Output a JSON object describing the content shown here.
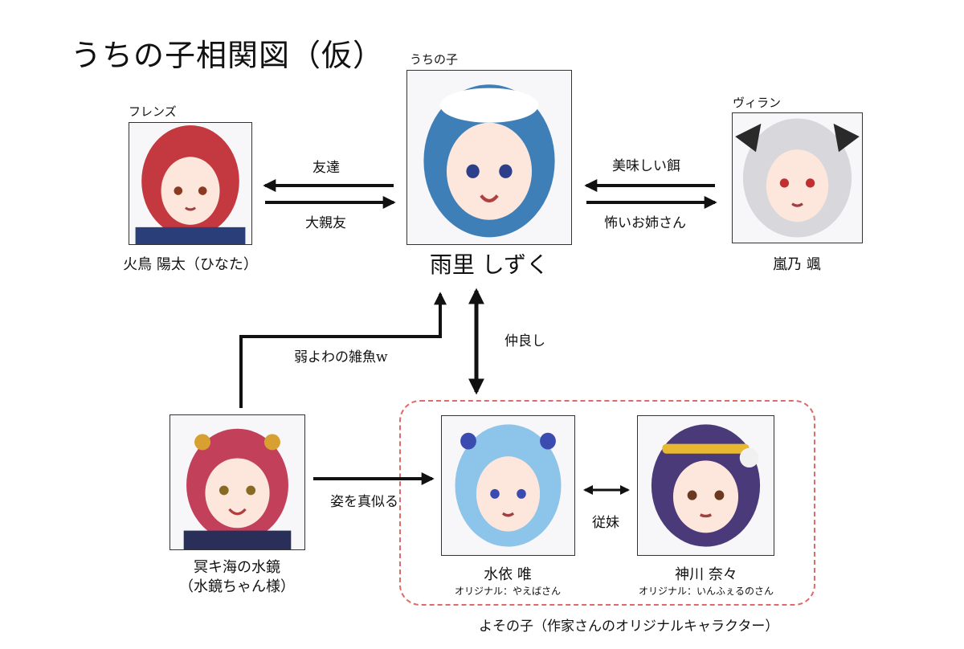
{
  "title": "うちの子相関図（仮）",
  "categories": {
    "uchinoko": "うちの子",
    "friends": "フレンズ",
    "villain": "ヴィラン",
    "yosonoko": "よその子（作家さんのオリジナルキャラクター）"
  },
  "characters": {
    "shizuku": {
      "name": "雨里 しずく",
      "hair": "#3f7fb8",
      "accent": "#ffffff"
    },
    "hinata": {
      "name": "火鳥 陽太（ひなた）",
      "hair": "#c4383f",
      "accent": "#2a3f7a"
    },
    "arashino": {
      "name": "嵐乃 颯",
      "hair": "#d8d8dc",
      "accent": "#2a2a2a"
    },
    "mizukagami": {
      "name": "冥キ海の水鏡",
      "subname": "（水鏡ちゃん様）",
      "hair": "#c2405a",
      "accent": "#2a2f5a"
    },
    "yui": {
      "name": "水依 唯",
      "credit": "オリジナル：やえばさん",
      "hair": "#8cc4ea",
      "accent": "#3c4bb0"
    },
    "nana": {
      "name": "神川 奈々",
      "credit": "オリジナル：いんふぇるのさん",
      "hair": "#4a3a7a",
      "accent": "#e8b830"
    }
  },
  "relations": {
    "tomodachi": "友達",
    "daishinyu": "大親友",
    "oishii": "美味しい餌",
    "kowai": "怖いお姉さん",
    "nakayoshi": "仲良し",
    "yowayowa": "弱よわの雑魚w",
    "sugata": "姿を真似る",
    "itoko": "従妹"
  }
}
